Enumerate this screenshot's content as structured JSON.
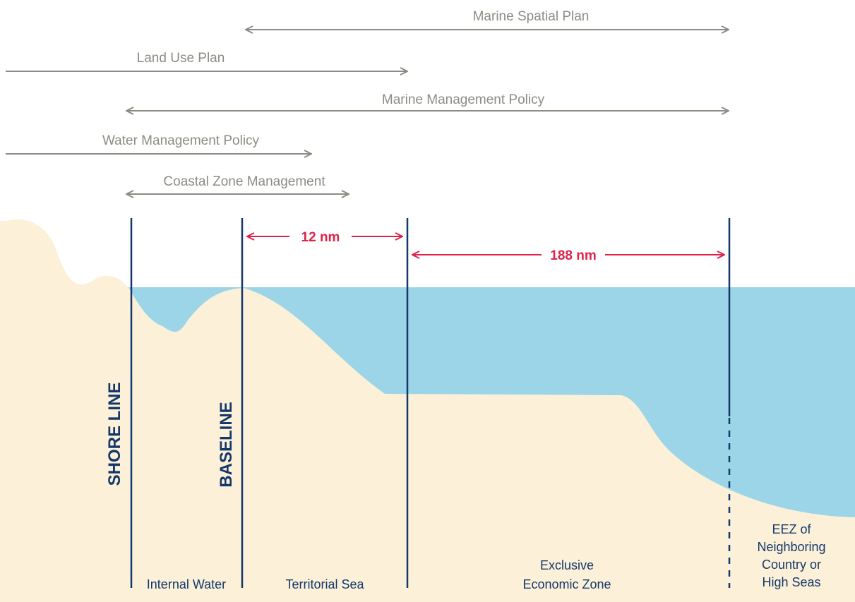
{
  "plans": [
    {
      "id": "marine-spatial-plan",
      "label": "Marine Spatial Plan"
    },
    {
      "id": "land-use-plan",
      "label": "Land Use Plan"
    },
    {
      "id": "marine-management-policy",
      "label": "Marine Management Policy"
    },
    {
      "id": "water-management-policy",
      "label": "Water Management Policy"
    },
    {
      "id": "coastal-zone-management",
      "label": "Coastal Zone Management"
    }
  ],
  "distances": {
    "territorial": "12 nm",
    "eez": "188 nm"
  },
  "lines": {
    "shore": "SHORE LINE",
    "baseline": "BASELINE"
  },
  "zones": {
    "internal_water": "Internal Water",
    "territorial_sea": "Territorial Sea",
    "eez": [
      "Exclusive",
      "Economic Zone"
    ],
    "high_seas": [
      "EEZ of",
      "Neighboring",
      "Country or",
      "High Seas"
    ]
  },
  "colors": {
    "land": "#fcf1d8",
    "water": "#9dd5e8",
    "boundary": "#14386b",
    "plan_arrow": "#8c8c85",
    "distance_arrow": "#e0224a"
  }
}
